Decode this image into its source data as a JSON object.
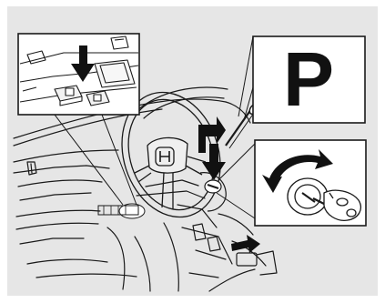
{
  "illustration": {
    "gear_indicator": "P",
    "colors": {
      "panel_background": "#e6e6e6",
      "line": "#1a1a1a",
      "callout_fill": "#ffffff",
      "arrow_fill": "#111111"
    },
    "icons": [
      "downward-press-arrow",
      "shift-up-arrow",
      "shift-down-arrow",
      "key-rotate-arrow",
      "pull-out-arrow",
      "ignition-key"
    ]
  }
}
